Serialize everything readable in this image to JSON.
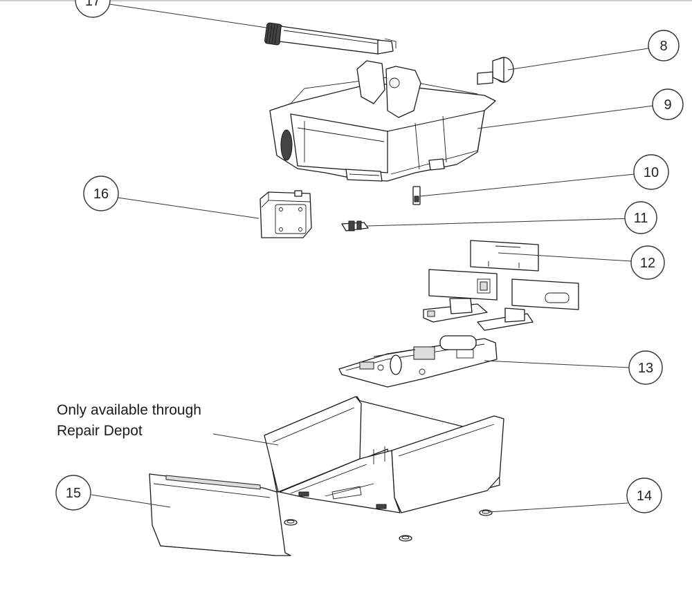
{
  "diagram": {
    "note": {
      "line1": "Only available through",
      "line2": "Repair Depot"
    },
    "callouts": [
      {
        "id": "c17",
        "label": "17"
      },
      {
        "id": "c8",
        "label": "8"
      },
      {
        "id": "c9",
        "label": "9"
      },
      {
        "id": "c10",
        "label": "10"
      },
      {
        "id": "c16",
        "label": "16"
      },
      {
        "id": "c11",
        "label": "11"
      },
      {
        "id": "c12",
        "label": "12"
      },
      {
        "id": "c13",
        "label": "13"
      },
      {
        "id": "c15",
        "label": "15"
      },
      {
        "id": "c14",
        "label": "14"
      }
    ]
  }
}
